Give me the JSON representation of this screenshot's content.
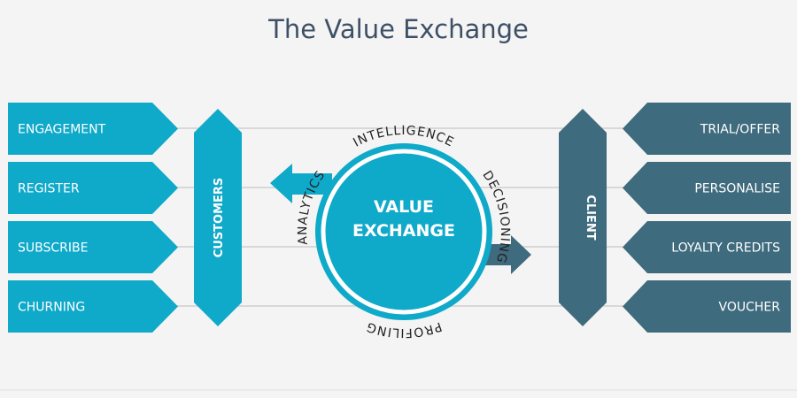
{
  "title": "The Value Exchange",
  "colors": {
    "teal": "#0fa9c9",
    "slate": "#3f6b7e",
    "background": "#f4f4f4"
  },
  "left": {
    "hub": "CUSTOMERS",
    "items": [
      "ENGAGEMENT",
      "REGISTER",
      "SUBSCRIBE",
      "CHURNING"
    ]
  },
  "right": {
    "hub": "CLIENT",
    "items": [
      "TRIAL/OFFER",
      "PERSONALISE",
      "LOYALTY CREDITS",
      "VOUCHER"
    ]
  },
  "center": {
    "line1": "VALUE",
    "line2": "EXCHANGE",
    "ring_labels": {
      "top": "INTELLIGENCE",
      "right": "DECISIONING",
      "bottom": "PROFILING",
      "left": "ANALYTICS"
    }
  }
}
